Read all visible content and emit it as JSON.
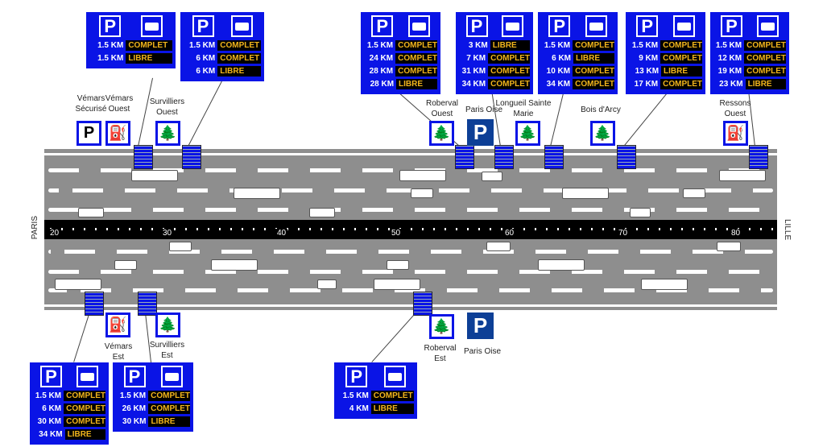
{
  "road": {
    "left_label": "PARIS",
    "right_label": "LILLE",
    "km_markers": [
      "20",
      "30",
      "40",
      "50",
      "60",
      "70",
      "80"
    ]
  },
  "signs_top": [
    {
      "rows": [
        {
          "km": "1.5 KM",
          "status": "COMPLET"
        },
        {
          "km": "1.5 KM",
          "status": "LIBRE",
          "secured": true
        }
      ]
    },
    {
      "rows": [
        {
          "km": "1.5 KM",
          "status": "COMPLET"
        },
        {
          "km": "6 KM",
          "status": "COMPLET"
        },
        {
          "km": "6 KM",
          "status": "LIBRE",
          "secured": true
        }
      ]
    },
    {
      "rows": [
        {
          "km": "1.5 KM",
          "status": "COMPLET"
        },
        {
          "km": "24 KM",
          "status": "COMPLET"
        },
        {
          "km": "28 KM",
          "status": "COMPLET"
        },
        {
          "km": "28 KM",
          "status": "LIBRE",
          "secured": true
        }
      ]
    },
    {
      "rows": [
        {
          "km": "3 KM",
          "status": "LIBRE"
        },
        {
          "km": "7 KM",
          "status": "COMPLET"
        },
        {
          "km": "31 KM",
          "status": "COMPLET"
        },
        {
          "km": "34 KM",
          "status": "COMPLET"
        }
      ]
    },
    {
      "rows": [
        {
          "km": "1.5 KM",
          "status": "COMPLET"
        },
        {
          "km": "6 KM",
          "status": "LIBRE"
        },
        {
          "km": "10 KM",
          "status": "COMPLET"
        },
        {
          "km": "34 KM",
          "status": "COMPLET"
        }
      ]
    },
    {
      "rows": [
        {
          "km": "1.5 KM",
          "status": "COMPLET"
        },
        {
          "km": "9 KM",
          "status": "COMPLET"
        },
        {
          "km": "13 KM",
          "status": "LIBRE"
        },
        {
          "km": "17 KM",
          "status": "COMPLET"
        }
      ]
    },
    {
      "rows": [
        {
          "km": "1.5 KM",
          "status": "COMPLET"
        },
        {
          "km": "12 KM",
          "status": "COMPLET"
        },
        {
          "km": "19 KM",
          "status": "COMPLET"
        },
        {
          "km": "23 KM",
          "status": "LIBRE"
        }
      ]
    }
  ],
  "signs_bottom": [
    {
      "rows": [
        {
          "km": "1.5 KM",
          "status": "COMPLET"
        },
        {
          "km": "6 KM",
          "status": "COMPLET"
        },
        {
          "km": "30 KM",
          "status": "COMPLET"
        },
        {
          "km": "34 KM",
          "status": "LIBRE"
        }
      ]
    },
    {
      "rows": [
        {
          "km": "1.5 KM",
          "status": "COMPLET"
        },
        {
          "km": "26 KM",
          "status": "COMPLET"
        },
        {
          "km": "30 KM",
          "status": "LIBRE"
        }
      ]
    },
    {
      "rows": [
        {
          "km": "1.5 KM",
          "status": "COMPLET"
        },
        {
          "km": "4 KM",
          "status": "LIBRE"
        }
      ]
    }
  ],
  "sign_parking_letter": "P",
  "areas": [
    {
      "name": "Vémars Sécurisé",
      "icon": "secure-parking-icon"
    },
    {
      "name": "Vémars Ouest",
      "icon": "fuel-icon"
    },
    {
      "name": "Survilliers Ouest",
      "icon": "rest-area-icon"
    },
    {
      "name": "Roberval Ouest",
      "icon": "rest-area-icon"
    },
    {
      "name": "Paris Oise",
      "icon": "parking-icon"
    },
    {
      "name": "Longueil Sainte Marie",
      "icon": "rest-area-icon"
    },
    {
      "name": "Bois d'Arcy",
      "icon": "rest-area-icon"
    },
    {
      "name": "Ressons Ouest",
      "icon": "fuel-icon"
    },
    {
      "name": "Vémars Est",
      "icon": "fuel-icon"
    },
    {
      "name": "Survilliers Est",
      "icon": "rest-area-icon"
    },
    {
      "name": "Roberval Est",
      "icon": "rest-area-icon"
    },
    {
      "name": "Paris Oise",
      "icon": "parking-icon"
    }
  ],
  "colors": {
    "sign_blue": "#0a14e6",
    "status_text": "#f2b51c",
    "parking_blue": "#0d3f96",
    "road": "#8e8e8e"
  }
}
